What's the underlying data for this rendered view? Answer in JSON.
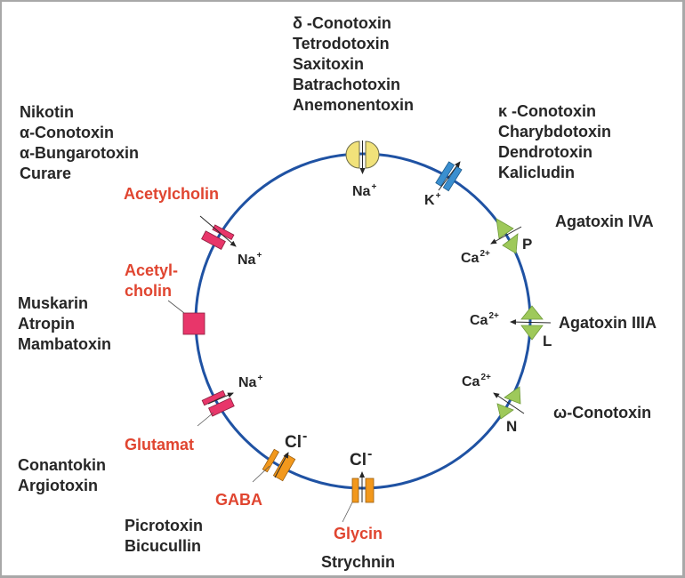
{
  "colors": {
    "membrane": "#1f52a3",
    "nicotinic": "#e8366a",
    "sodium_channel": "#f1e27a",
    "potassium_channel": "#3a8fd0",
    "calcium_channel": "#9ec95a",
    "chloride_channel": "#f2981c",
    "agonist_label": "#e04530",
    "text": "#262626"
  },
  "channels": {
    "na_voltage": {
      "ion": "Na",
      "charge": "+",
      "toxins": [
        "δ -Conotoxin",
        "Tetrodotoxin",
        "Saxitoxin",
        "Batrachotoxin",
        "Anemonentoxin"
      ]
    },
    "k_voltage": {
      "ion": "K",
      "charge": "+",
      "toxins": [
        "κ -Conotoxin",
        "Charybdotoxin",
        "Dendrotoxin",
        "Kalicludin"
      ]
    },
    "ca_p": {
      "ion": "Ca",
      "charge": "2+",
      "type_label": "P",
      "toxins": [
        "Agatoxin IVA"
      ]
    },
    "ca_l": {
      "ion": "Ca",
      "charge": "2+",
      "type_label": "L",
      "toxins": [
        "Agatoxin IIIA"
      ]
    },
    "ca_n": {
      "ion": "Ca",
      "charge": "2+",
      "type_label": "N",
      "toxins": [
        "ω-Conotoxin"
      ]
    },
    "glycine_receptor": {
      "ion": "Cl",
      "charge": "-",
      "agonist": "Glycin",
      "toxins": [
        "Strychnin"
      ]
    },
    "gaba_receptor": {
      "ion": "Cl",
      "charge": "-",
      "agonist": "GABA",
      "toxins": [
        "Picrotoxin",
        "Bicucullin"
      ]
    },
    "glutamate_receptor": {
      "ion": "Na",
      "charge": "+",
      "agonist": "Glutamat",
      "toxins": [
        "Conantokin",
        "Argiotoxin"
      ]
    },
    "muscarinic_receptor": {
      "agonist_line1": "Acetyl-",
      "agonist_line2": "cholin",
      "toxins": [
        "Muskarin",
        "Atropin",
        "Mambatoxin"
      ]
    },
    "nicotinic_receptor": {
      "ion": "Na",
      "charge": "+",
      "agonist": "Acetylcholin",
      "toxins": [
        "Nikotin",
        "α-Conotoxin",
        "α-Bungarotoxin",
        "Curare"
      ]
    }
  }
}
